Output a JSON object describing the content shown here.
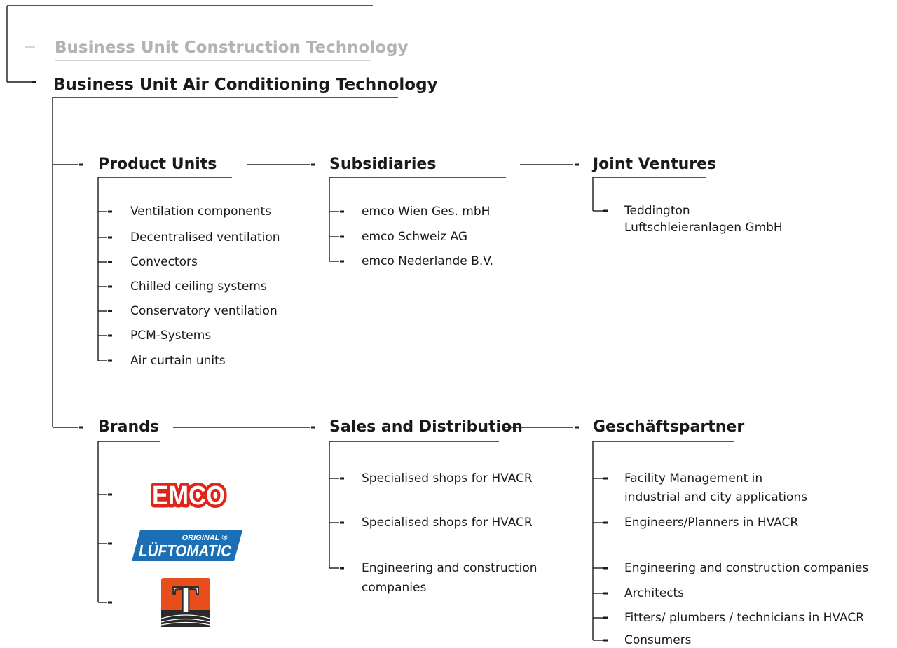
{
  "business_units": {
    "construction": "Business Unit Construction Technology",
    "air_conditioning": "Business Unit Air Conditioning Technology"
  },
  "product_units": {
    "title": "Product Units",
    "items": [
      "Ventilation components",
      "Decentralised ventilation",
      "Convectors",
      "Chilled ceiling systems",
      "Conservatory ventilation",
      "PCM-Systems",
      "Air curtain units"
    ]
  },
  "subsidiaries": {
    "title": "Subsidiaries",
    "items": [
      "emco Wien Ges. mbH",
      "emco Schweiz AG",
      "emco Nederlande B.V."
    ]
  },
  "joint_ventures": {
    "title": "Joint Ventures",
    "item_line1": "Teddington",
    "item_line2": "Luftschleieranlagen GmbH"
  },
  "brands": {
    "title": "Brands",
    "logos": [
      {
        "name": "emco",
        "text": "EMCO",
        "color": "#e2231a"
      },
      {
        "name": "luftomatic",
        "text_top": "ORIGINAL ®",
        "text_main": "LÜFTOMATIC",
        "color": "#1a6fb5"
      },
      {
        "name": "teddington",
        "text": "T",
        "color": "#e84e1b"
      }
    ]
  },
  "sales": {
    "title": "Sales and Distribution",
    "item1": "Specialised shops for HVACR",
    "item2": "Specialised shops for HVACR",
    "item3_line1": "Engineering and construction",
    "item3_line2": "companies"
  },
  "partners": {
    "title": "Geschäftspartner",
    "item1_line1": "Facility Management in",
    "item1_line2": "industrial and city applications",
    "item2": "Engineers/Planners in HVACR",
    "item3": "Engineering and construction companies",
    "item4": "Architects",
    "item5": "Fitters/ plumbers / technicians in HVACR",
    "item6": "Consumers"
  },
  "colors": {
    "text": "#1a1a1a",
    "muted": "#b3b3b3",
    "emco_red": "#e2231a",
    "luftomatic_blue": "#1a6fb5",
    "teddington_orange": "#e84e1b"
  }
}
